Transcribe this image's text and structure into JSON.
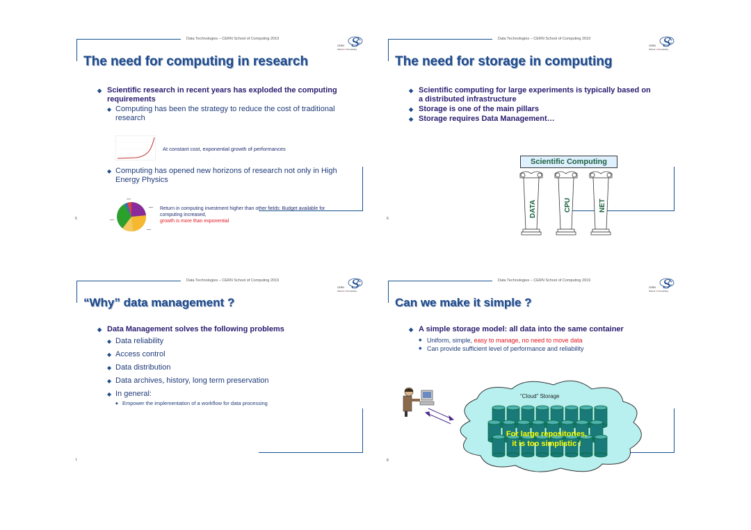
{
  "header_text": "Data Technologies – CERN School of Computing 2019",
  "logo": {
    "org": "CERN",
    "line2a": "School",
    "line2b": "of",
    "line2c": "Computing"
  },
  "slides": [
    {
      "title": "The need for computing in research",
      "page": "5",
      "b1": "Scientific research in recent years has exploded the computing requirements",
      "b1a": "Computing has been the strategy to reduce the cost of traditional research",
      "chart_caption": "At constant cost, exponential growth of performances",
      "b1b": "Computing has opened new horizons of research not only in High Energy Physics",
      "pie_caption": "Return in computing investment higher than other fields: Budget available for computing increased,",
      "pie_caption_red": "growth is more than exponential"
    },
    {
      "title": "The need for storage in computing",
      "page": "6",
      "b1": "Scientific computing for large experiments is typically based on a distributed infrastructure",
      "b2": "Storage is one of the main pillars",
      "b3": "Storage requires Data Management…",
      "temple_label": "Scientific Computing",
      "pillars": [
        "DATA",
        "CPU",
        "NET"
      ]
    },
    {
      "title": "“Why” data management ?",
      "page": "7",
      "b1": "Data Management solves the following problems",
      "subs": [
        "Data reliability",
        "Access control",
        "Data distribution",
        "Data archives, history, long term preservation",
        "In general:"
      ],
      "sub3": "Empower the implementation of a workflow for data processing"
    },
    {
      "title": "Can we make it simple ?",
      "page": "8",
      "b1": "A simple storage model: all data into the same container",
      "s1a": "Uniform, simple, ",
      "s1b": "easy to manage, no need to move data",
      "s2": "Can provide sufficient level of performance and reliability",
      "cloud_label": "“Cloud” Storage",
      "overlay1": "For large repositories,",
      "overlay2": "it is too simplistic !"
    }
  ],
  "colors": {
    "accent": "#1e4b8c",
    "bullet_text": "#2a1a6e",
    "red": "#e0141e",
    "cloud": "#b8f0f0",
    "disk": "#1a7a7a",
    "overlay": "#ffff00"
  }
}
